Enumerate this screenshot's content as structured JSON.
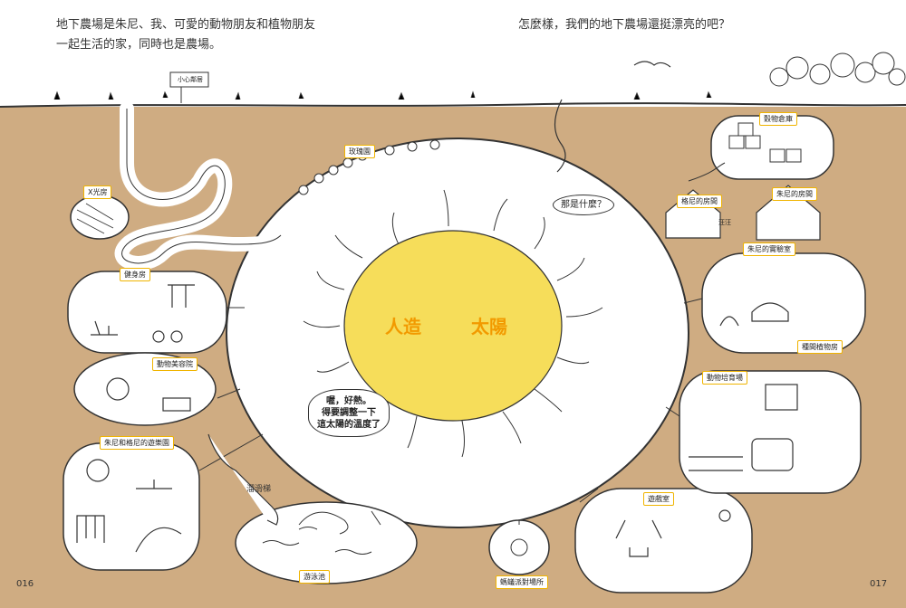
{
  "intro": {
    "line1": "地下農場是朱尼、我、可愛的動物朋友和植物朋友",
    "line2": "一起生活的家，同時也是農場。"
  },
  "question": "怎麼樣，我們的地下農場還挺漂亮的吧？",
  "sign": "小心鄰居",
  "rooms": {
    "xray": "X光房",
    "gym": "健身房",
    "salon": "動物美容院",
    "playground": "朱尼和格尼的遊樂園",
    "pool": "游泳池",
    "party": "螞蟻派對場所",
    "gameroom": "遊戲室",
    "training": "動物培育場",
    "plants": "種間植物房",
    "lab": "朱尼的實驗室",
    "genie_room": "格尼的房間",
    "juni_room": "朱尼的房間",
    "storage": "穀物倉庫",
    "garden": "玫瑰園"
  },
  "sun": {
    "word1": "人造",
    "word2": "太陽"
  },
  "bubbles": {
    "what": "那是什麼？",
    "hot": "喔，好熱。\n得要調整一下\n這太陽的溫度了",
    "bark": "汪汪"
  },
  "slide": "溜滑梯",
  "pages": {
    "left": "016",
    "right": "017"
  },
  "colors": {
    "soil": "#cfac82",
    "sun": "#f6dd5a",
    "label_border": "#f0b400",
    "word": "#f29a00"
  }
}
